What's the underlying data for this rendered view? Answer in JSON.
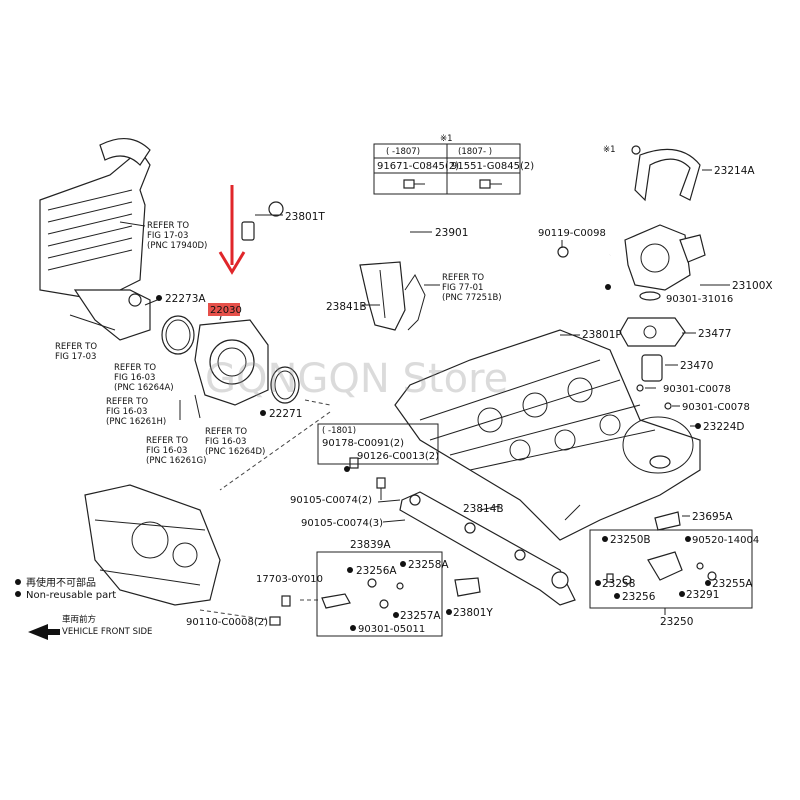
{
  "watermark": "GQNGQN Store",
  "highlight": {
    "text": "22030",
    "color": "#e6504a"
  },
  "arrow_color": "#e0262a",
  "labels": {
    "refer_17_03_top": "REFER TO",
    "refer_17_03_top_b": "FIG 17-03",
    "pnc_17940d": "(PNC 17940D)",
    "p22273a": "22273A",
    "refer_17_03_left": "REFER TO",
    "refer_17_03_left_b": "FIG 17-03",
    "refer_16_03_a": "REFER TO",
    "refer_16_03_a_b": "FIG 16-03",
    "pnc_16264a": "(PNC 16264A)",
    "refer_16_03_h": "REFER TO",
    "refer_16_03_h_b": "FIG 16-03",
    "pnc_16261h": "(PNC 16261H)",
    "refer_16_03_g": "REFER TO",
    "refer_16_03_g_b": "FIG 16-03",
    "pnc_16261g": "(PNC 16261G)",
    "refer_16_03_d": "REFER TO",
    "refer_16_03_d_b": "FIG 16-03",
    "pnc_16264d": "(PNC 16264D)",
    "p22271": "22271",
    "p23801t": "23801T",
    "p23901": "23901",
    "refer_77_01": "REFER TO",
    "refer_77_01_b": "FIG 77-01",
    "pnc_77251b": "(PNC 77251B)",
    "p23841b": "23841B",
    "p90119": "90119-C0098",
    "p23801p": "23801P",
    "p23214a": "23214A",
    "p23100x": "23100X",
    "p90301_31016": "90301-31016",
    "p23477": "23477",
    "p23470": "23470",
    "p90301_c0078a": "90301-C0078",
    "p90301_c0078b": "90301-C0078",
    "p23224d": "23224D",
    "p23695a": "23695A",
    "range_1801": "(   -1801)",
    "p90178": "90178-C0091(2)",
    "p90126": "90126-C0013(2)",
    "p90105a": "90105-C0074(2)",
    "p90105b": "90105-C0074(3)",
    "p23814b": "23814B",
    "p23839a": "23839A",
    "p17703": "17703-0Y010",
    "p23256a": "23256A",
    "p23258a": "23258A",
    "p23257a": "23257A",
    "p90301_05011": "90301-05011",
    "p23801y": "23801Y",
    "p90110": "90110-C0008(2)",
    "p23250b": "23250B",
    "p90520": "90520-14004",
    "p23258": "23258",
    "p23256": "23256",
    "p23291": "23291",
    "p23255a": "23255A",
    "p23250": "23250",
    "note_mark": "※1",
    "star1": "※1",
    "legend_cn": "再使用不可部品",
    "legend_en": "Non-reusable part",
    "front_cn": "車両前方",
    "front_en": "VEHICLE FRONT SIDE"
  },
  "bolt_table": {
    "headers": [
      "(   -1807)",
      "(1807-   )"
    ],
    "values": [
      "91671-C0845(2)",
      "91551-G0845(2)"
    ]
  }
}
